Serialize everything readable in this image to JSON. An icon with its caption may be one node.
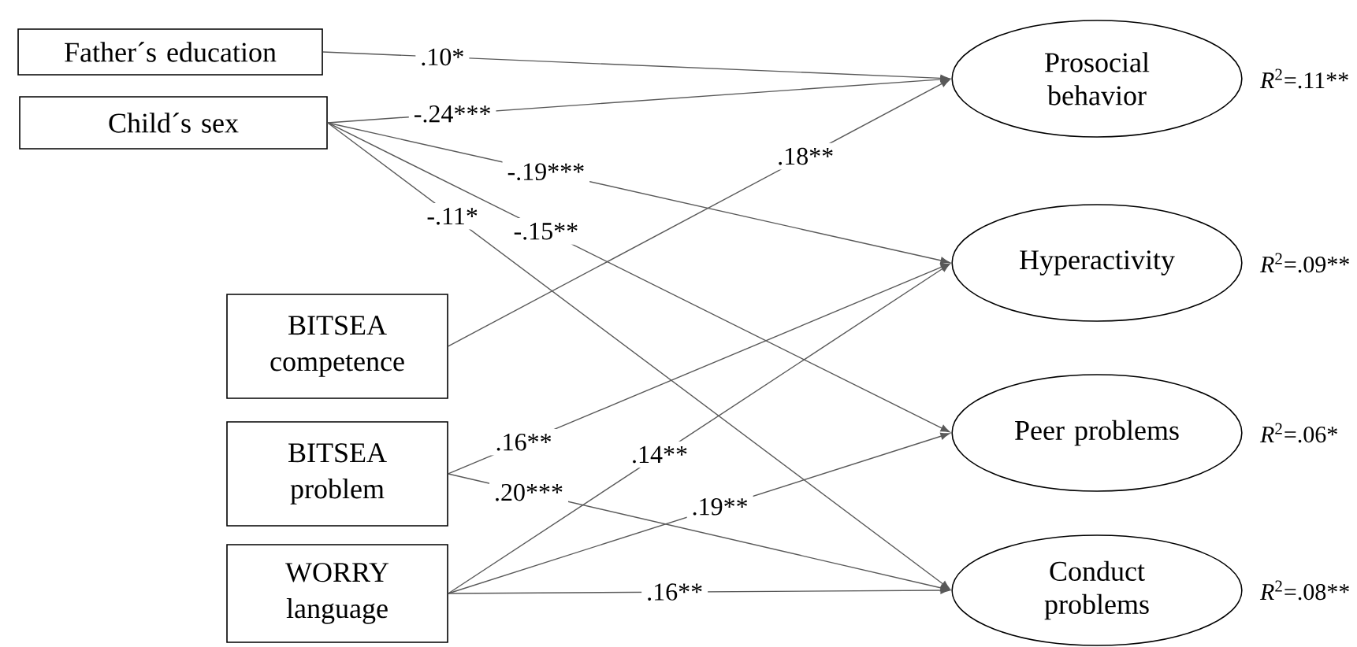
{
  "diagram": {
    "nodes": [
      {
        "text": [
          "Father´s education"
        ]
      },
      {
        "text": [
          "Child´s sex"
        ]
      },
      {
        "text": [
          "BITSEA competence"
        ]
      },
      {
        "text": [
          "BITSEA problem"
        ]
      },
      {
        "text": [
          "WORRY language"
        ]
      },
      {
        "text": [
          "Prosocial behavior"
        ],
        "beside": [
          "*R*$^{2}$=.11**"
        ]
      },
      {
        "text": [
          "Hyperactivity"
        ],
        "beside": [
          "*R*$^{2}$=.09**"
        ]
      },
      {
        "text": [
          "Peer problems"
        ],
        "beside": [
          "*R*$^{2}$=.06*"
        ]
      },
      {
        "text": [
          "Conduct problems"
        ],
        "beside": [
          "*R*$^{2}$=.08**"
        ]
      }
    ],
    "edges": [
      {
        "from": 0,
        "to": 5,
        "arrow": "to",
        "label": ".10*"
      },
      {
        "from": 1,
        "to": 5,
        "arrow": "to",
        "label": "-.24***"
      },
      {
        "from": 1,
        "to": 6,
        "arrow": "to",
        "label": "-.19***"
      },
      {
        "from": 1,
        "to": 7,
        "arrow": "to",
        "label": "-.15**"
      },
      {
        "from": 1,
        "to": 8,
        "arrow": "to",
        "label": "-.11*"
      },
      {
        "from": 2,
        "to": 5,
        "arrow": "to",
        "label": ".18**"
      },
      {
        "from": 3,
        "to": 6,
        "arrow": "to",
        "label": ".16**"
      },
      {
        "from": 3,
        "to": 8,
        "arrow": "to",
        "label": ".20***"
      },
      {
        "from": 4,
        "to": 6,
        "arrow": "to",
        "label": ".14**"
      },
      {
        "from": 4,
        "to": 7,
        "arrow": "to",
        "label": ".19**"
      },
      {
        "from": 4,
        "to": 8,
        "arrow": "to",
        "label": ".16**"
      }
    ]
  }
}
